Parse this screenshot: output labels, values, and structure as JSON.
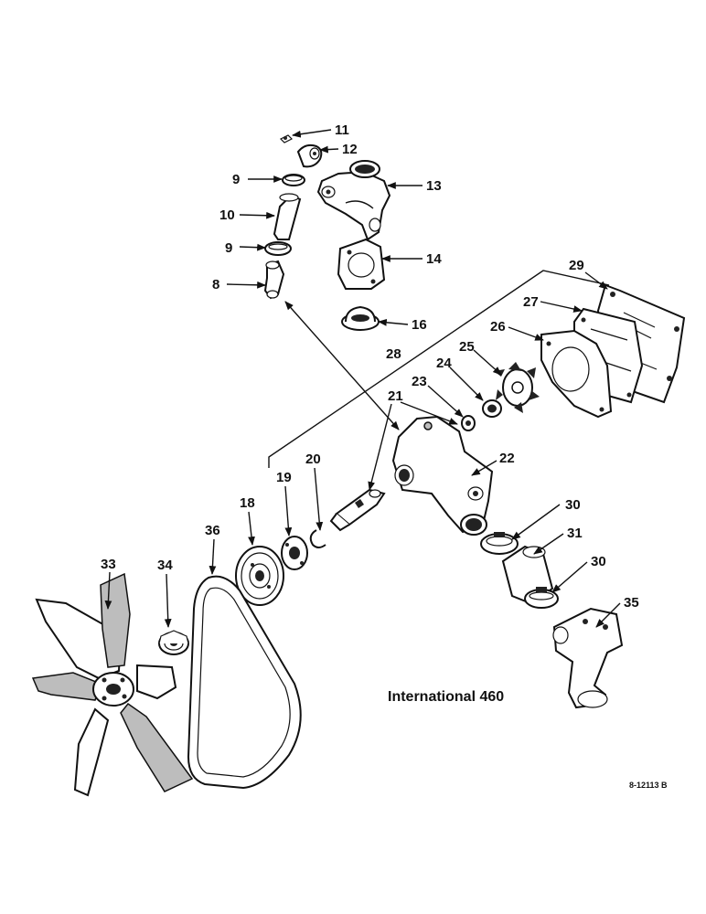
{
  "caption": "International 460",
  "drawing_code": "8-12113 B",
  "callouts": {
    "c8": "8",
    "c9a": "9",
    "c9b": "9",
    "c10": "10",
    "c11": "11",
    "c12": "12",
    "c13": "13",
    "c14": "14",
    "c16": "16",
    "c18": "18",
    "c19": "19",
    "c20": "20",
    "c21": "21",
    "c22": "22",
    "c23": "23",
    "c24": "24",
    "c25": "25",
    "c26": "26",
    "c27": "27",
    "c28": "28",
    "c29": "29",
    "c30a": "30",
    "c30b": "30",
    "c31": "31",
    "c33": "33",
    "c34": "34",
    "c35": "35",
    "c36": "36"
  }
}
